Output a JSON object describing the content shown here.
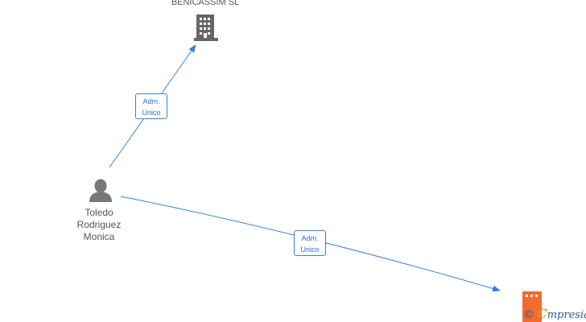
{
  "nodes": {
    "company_top": {
      "name": "BENICASSIM  SL",
      "type": "company",
      "color": "#666666"
    },
    "person": {
      "name_lines": [
        "Toledo",
        "Rodriguez",
        "Monica"
      ],
      "type": "person",
      "color": "#777777"
    },
    "company_bottom_right": {
      "name": "",
      "type": "company",
      "color": "#f26a2e"
    }
  },
  "edges": [
    {
      "from": "person",
      "to": "company_top",
      "role_lines": [
        "Adm.",
        "Unico"
      ]
    },
    {
      "from": "person",
      "to": "company_bottom_right",
      "role_lines": [
        "Adm.",
        "Unico"
      ]
    }
  ],
  "colors": {
    "edge": "#3d7fd6",
    "label_text": "#555555"
  },
  "watermark": {
    "copyright": "©",
    "brand_initial": "C",
    "brand_rest": "mpresia"
  }
}
